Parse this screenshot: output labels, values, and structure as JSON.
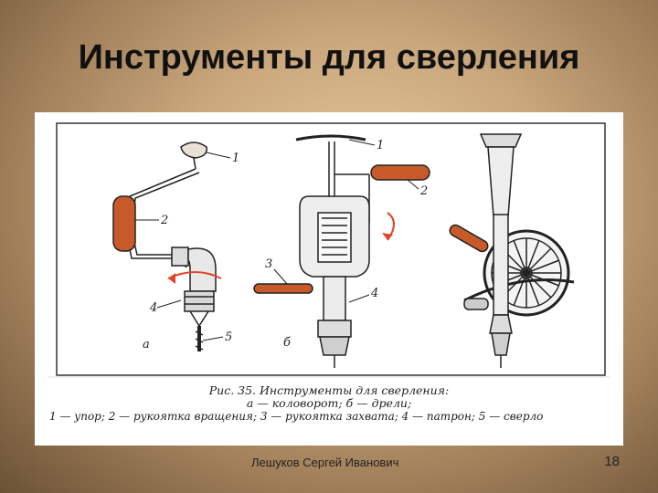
{
  "slide": {
    "title": "Инструменты для сверления",
    "footer_author": "Лешуков Сергей Иванович",
    "page_number": "18"
  },
  "figure": {
    "callouts": {
      "a1": "1",
      "a2": "2",
      "a4": "4",
      "a5": "5",
      "b1": "1",
      "b2": "2",
      "b3": "3",
      "b4": "4"
    },
    "panel_a_label": "а",
    "panel_b_label": "б",
    "caption_line1": "Рис. 35. Инструменты для сверления:",
    "caption_line2": "а — коловорот; б — дрели;",
    "caption_line3": "1 — упор; 2 — рукоятка вращения; 3 — рукоятка захвата; 4 — патрон; 5 — сверло"
  },
  "colors": {
    "handle": "#c85a2a",
    "arrow": "#e0452a",
    "ink": "#222222"
  }
}
